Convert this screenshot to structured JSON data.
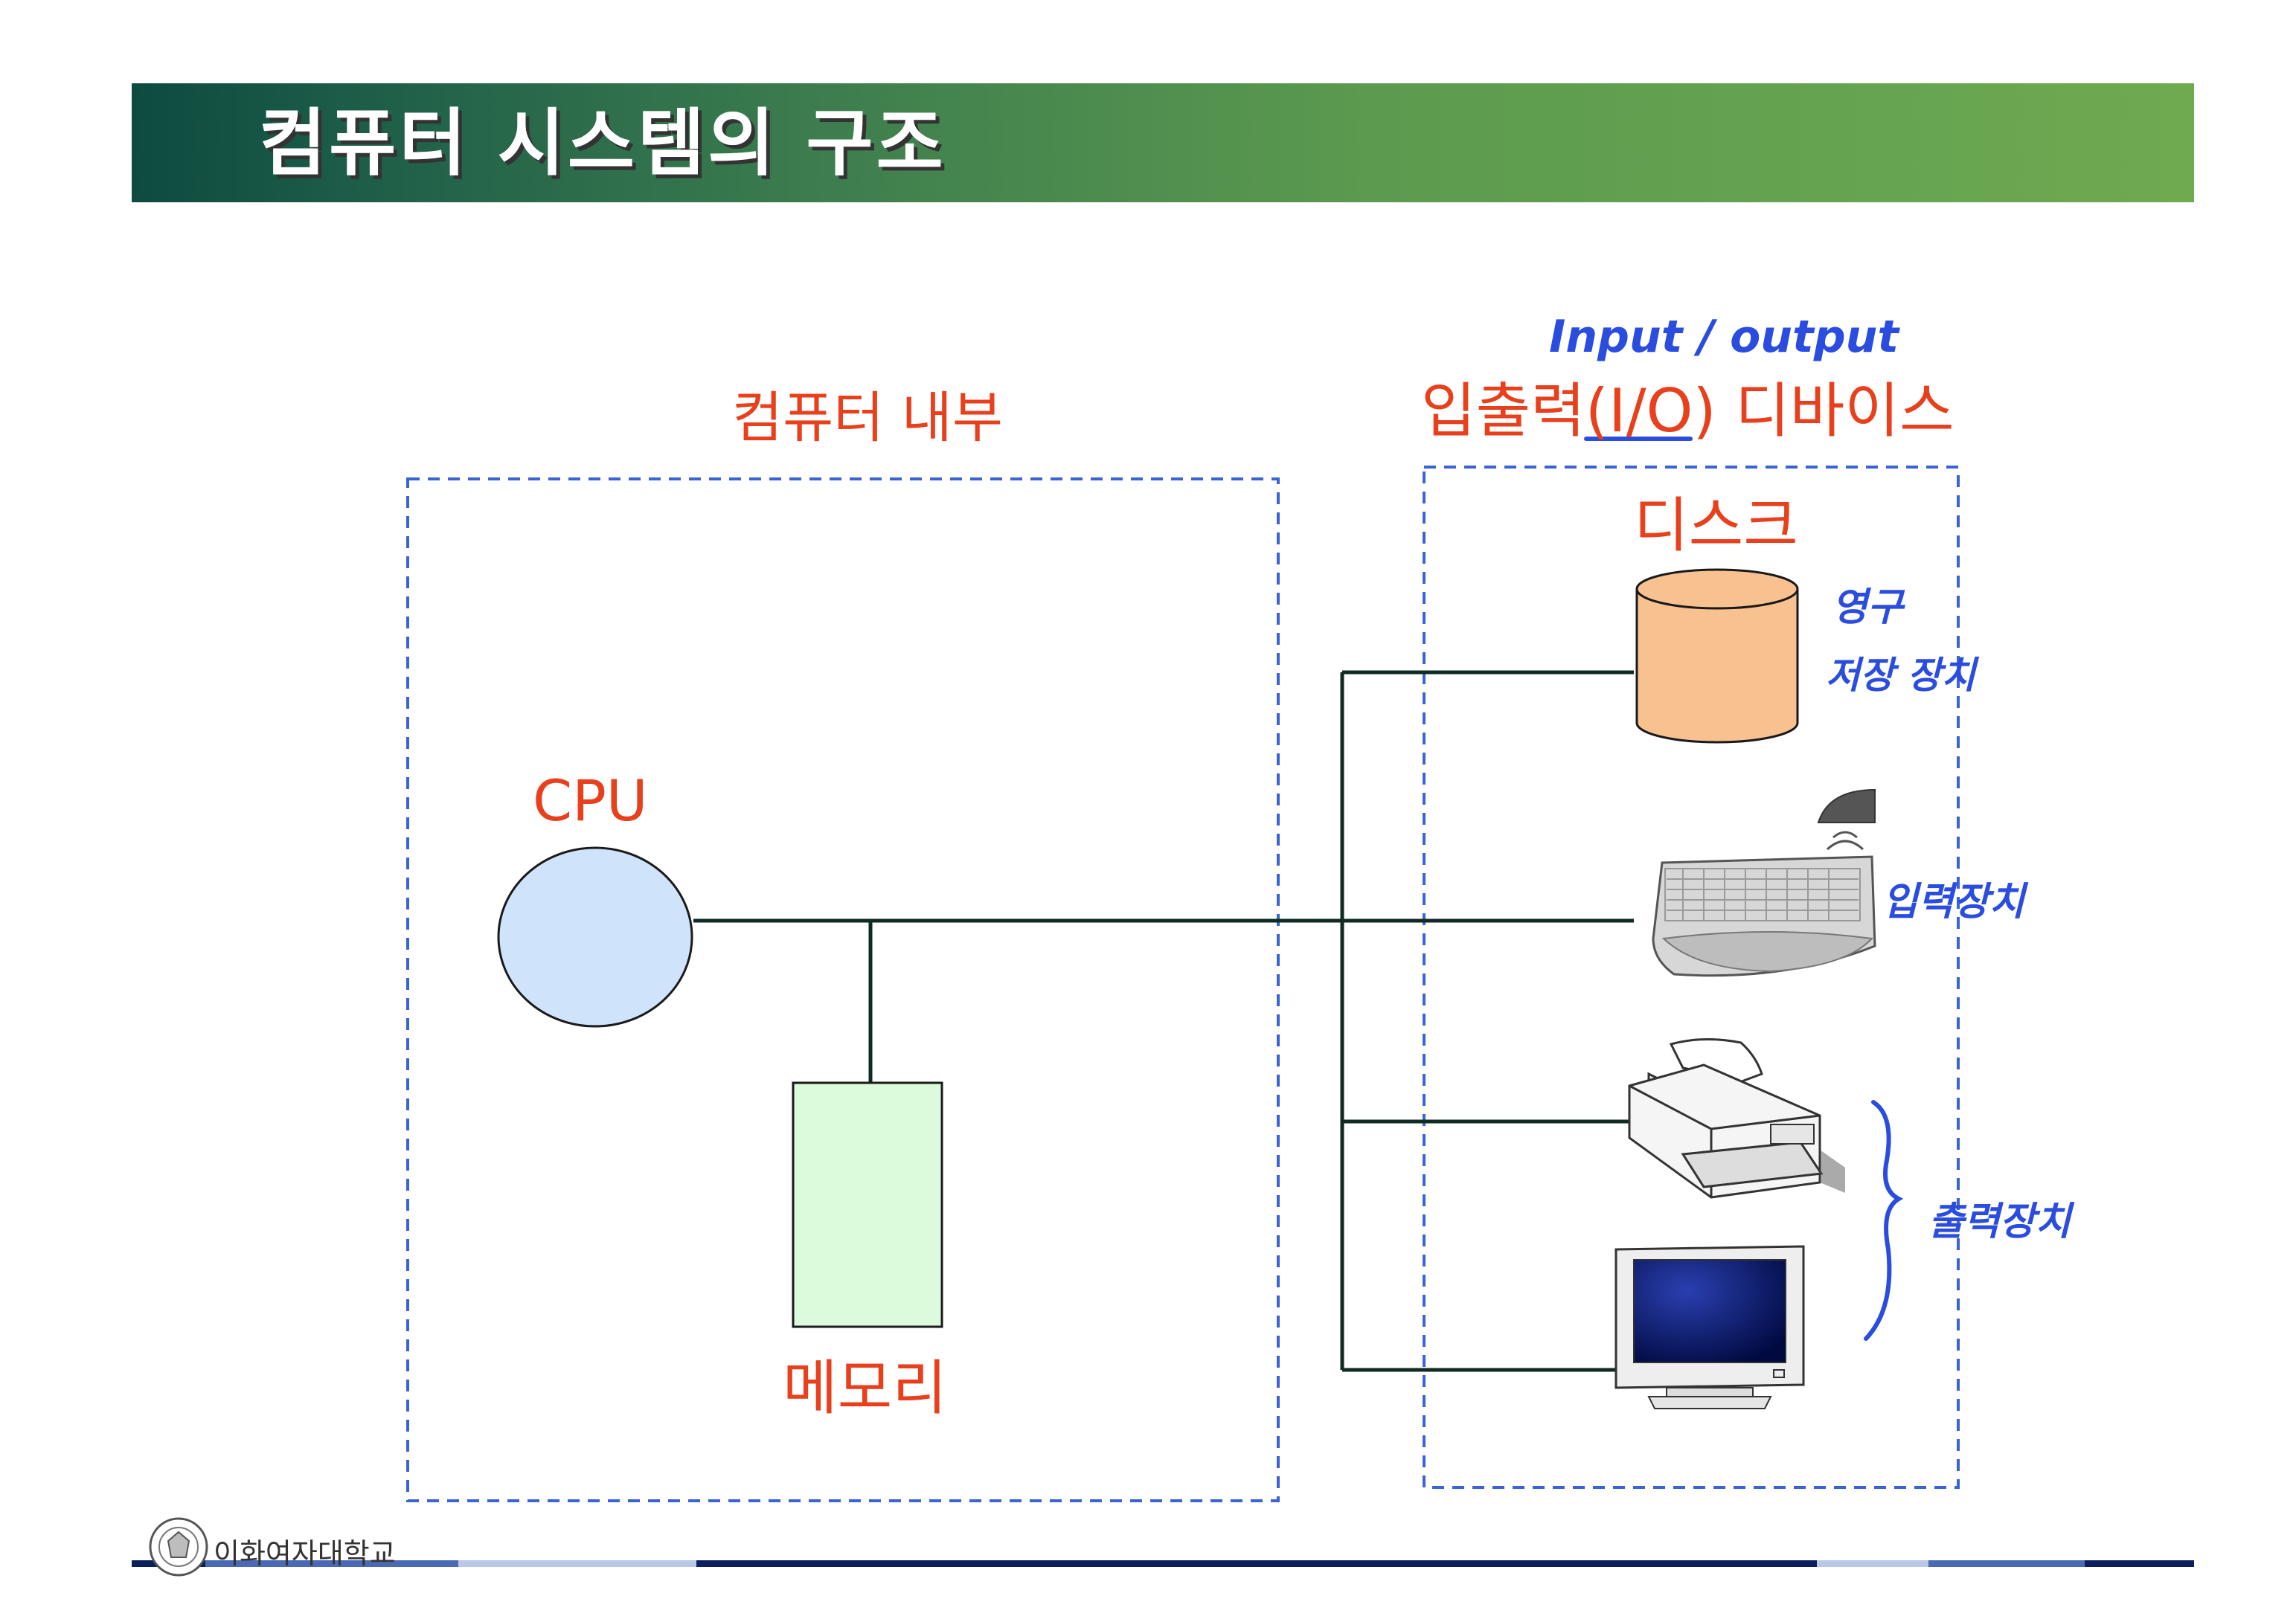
{
  "slide_title": "컴퓨터 시스템의 구조",
  "labels": {
    "computer_inside": "컴퓨터 내부",
    "io_devices": "입출력(I/O) 디바이스",
    "disk": "디스크",
    "cpu": "CPU",
    "memory": "메모리"
  },
  "handwritten": {
    "io_english": "Input / output",
    "permanent": "영구",
    "storage_device": "저장 장치",
    "input_device": "입력장치",
    "output_device": "출력장치"
  },
  "footer": {
    "university": "이화여자대학교"
  },
  "colors": {
    "title_start": "#0d4a40",
    "title_end": "#6eaa50",
    "label_red": "#e8401c",
    "handwriting_blue": "#2a4de0",
    "dashed_box": "#3a63d6",
    "cpu_fill": "#cfe3fb",
    "memory_fill": "#dcfadc",
    "disk_fill": "#f8c290",
    "footer_bar": "#0b1f5e"
  },
  "icons": [
    "keyboard-icon",
    "printer-icon",
    "monitor-icon",
    "university-seal-icon"
  ]
}
